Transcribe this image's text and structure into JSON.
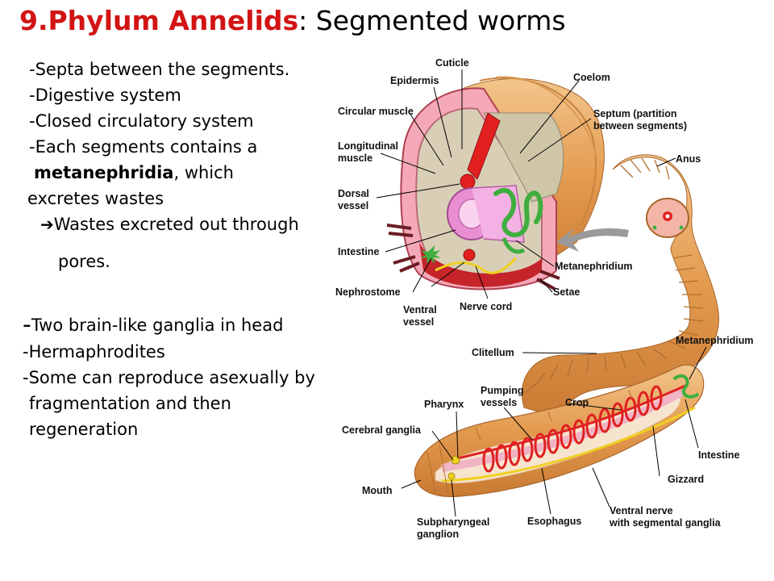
{
  "title": {
    "number_name": "9.Phylum Annelids",
    "separator": ":",
    "subtitle": "Segmented worms"
  },
  "bullets_top": [
    "-Septa between the segments.",
    "-Digestive system",
    "-Closed circulatory system",
    "-Each segments contains a",
    "metanephridia",
    ", which",
    "excretes wastes",
    "Wastes excreted out through",
    "pores."
  ],
  "bullets_bottom": {
    "dash": "-",
    "ganglia": "Two brain-like ganglia in head",
    "hermaphrodites": "-Hermaphrodites",
    "asexual_1": "-Some can reproduce asexually by",
    "asexual_2": "fragmentation and then",
    "asexual_3": "regeneration"
  },
  "diagram_labels": {
    "cuticle": "Cuticle",
    "epidermis": "Epidermis",
    "coelom": "Coelom",
    "circular_muscle": "Circular muscle",
    "septum_1": "Septum (partition",
    "septum_2": "between segments)",
    "longitudinal_1": "Longitudinal",
    "longitudinal_2": "muscle",
    "anus": "Anus",
    "dorsal_1": "Dorsal",
    "dorsal_2": "vessel",
    "intestine_top": "Intestine",
    "metanephridium_top": "Metanephridium",
    "nephrostome": "Nephrostome",
    "setae": "Setae",
    "ventral_1": "Ventral",
    "ventral_2": "vessel",
    "nerve_cord": "Nerve cord",
    "clitellum": "Clitellum",
    "metanephridium_right": "Metanephridium",
    "pharynx": "Pharynx",
    "pumping_1": "Pumping",
    "pumping_2": "vessels",
    "crop": "Crop",
    "cerebral_ganglia": "Cerebral ganglia",
    "intestine_right": "Intestine",
    "gizzard": "Gizzard",
    "mouth": "Mouth",
    "subpharyngeal_1": "Subpharyngeal",
    "subpharyngeal_2": "ganglion",
    "esophagus": "Esophagus",
    "ventral_nerve_1": "Ventral nerve",
    "ventral_nerve_2": "with segmental ganglia"
  },
  "colors": {
    "title_red": "#d21414",
    "worm_body": "#e8a860",
    "worm_dark": "#c77a33",
    "blood_vessel": "#e02020",
    "nephridium_green": "#3fae3f",
    "pink_tissue": "#f2a0c8",
    "arrow_gray": "#9a9a9a"
  }
}
